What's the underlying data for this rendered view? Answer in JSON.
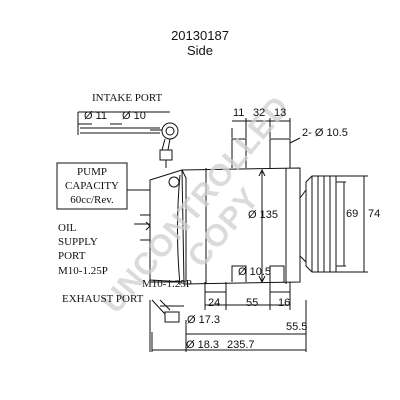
{
  "header": {
    "part_number": "20130187",
    "view": "Side"
  },
  "watermark": "UNCONTROLLED COPY",
  "labels": {
    "intake_port": "INTAKE PORT",
    "intake_d1": "Ø 11",
    "intake_d2": "Ø 10",
    "pump_capacity_line1": "PUMP",
    "pump_capacity_line2": "CAPACITY",
    "pump_capacity_line3": "60cc/Rev.",
    "oil_supply_line1": "OIL",
    "oil_supply_line2": "SUPPLY",
    "oil_supply_line3": "PORT",
    "oil_supply_thread": "M10-1.25P",
    "m10_thread": "M10-1.25P",
    "exhaust_port": "EXHAUST PORT",
    "exhaust_d1": "Ø 17.3",
    "exhaust_d2": "Ø 18.3"
  },
  "dimensions": {
    "top_left": "11",
    "top_mid": "32",
    "top_right": "13",
    "holes": "2- Ø 10.5",
    "body_dia": "Ø 135",
    "pulley_inner": "69",
    "pulley_outer": "74",
    "bottom_hole": "Ø 10.5",
    "bottom_24": "24",
    "bottom_55": "55",
    "bottom_16": "16",
    "overall_55_5": "55.5",
    "overall_235_7": "235.7"
  },
  "colors": {
    "line": "#111111",
    "watermark": "#cfcfcf"
  }
}
